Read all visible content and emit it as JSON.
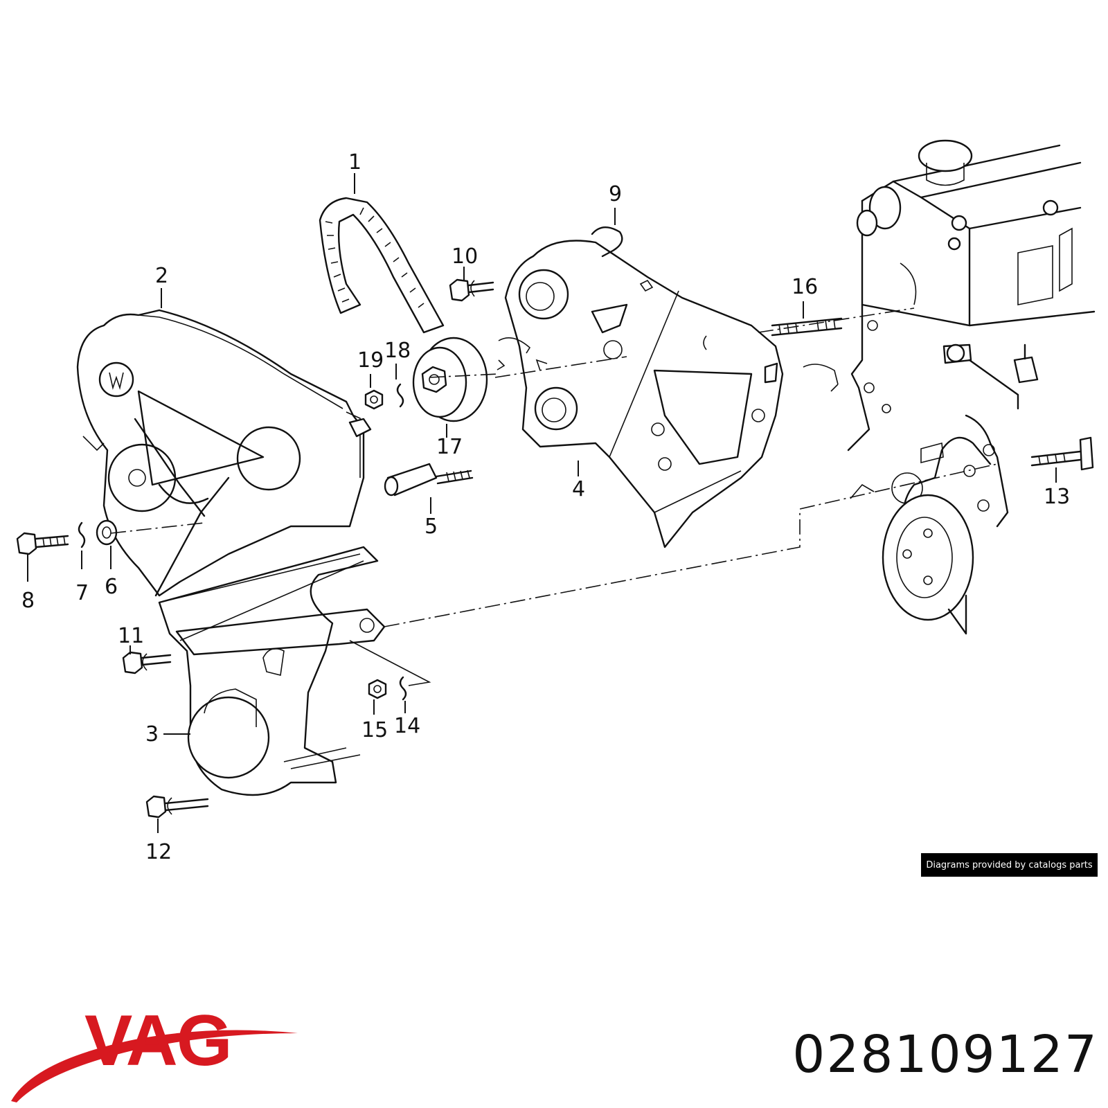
{
  "diagram": {
    "callouts": [
      {
        "id": "callout-1",
        "label": "1"
      },
      {
        "id": "callout-2",
        "label": "2"
      },
      {
        "id": "callout-3",
        "label": "3"
      },
      {
        "id": "callout-4",
        "label": "4"
      },
      {
        "id": "callout-5",
        "label": "5"
      },
      {
        "id": "callout-6",
        "label": "6"
      },
      {
        "id": "callout-7",
        "label": "7"
      },
      {
        "id": "callout-8",
        "label": "8"
      },
      {
        "id": "callout-9",
        "label": "9"
      },
      {
        "id": "callout-10",
        "label": "10"
      },
      {
        "id": "callout-11",
        "label": "11"
      },
      {
        "id": "callout-12",
        "label": "12"
      },
      {
        "id": "callout-13",
        "label": "13"
      },
      {
        "id": "callout-14",
        "label": "14"
      },
      {
        "id": "callout-15",
        "label": "15"
      },
      {
        "id": "callout-16",
        "label": "16"
      },
      {
        "id": "callout-17",
        "label": "17"
      },
      {
        "id": "callout-18",
        "label": "18"
      },
      {
        "id": "callout-19",
        "label": "19"
      }
    ],
    "credit": "Diagrams provided by catalogs parts"
  },
  "brand": {
    "logo_text": "VAG",
    "logo_color": "#d71920"
  },
  "part_number": "028109127"
}
